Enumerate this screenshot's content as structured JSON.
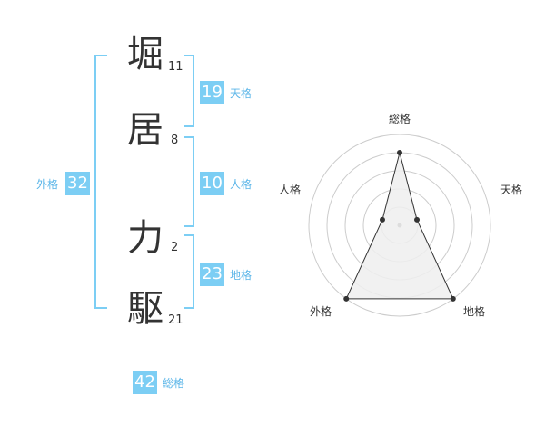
{
  "name_chars": [
    {
      "char": "堀",
      "strokes": "11"
    },
    {
      "char": "居",
      "strokes": "8"
    },
    {
      "char": "力",
      "strokes": "2"
    },
    {
      "char": "駆",
      "strokes": "21"
    }
  ],
  "kaku": {
    "tenkaku": {
      "value": "19",
      "label": "天格"
    },
    "jinkaku": {
      "value": "10",
      "label": "人格"
    },
    "chikaku": {
      "value": "23",
      "label": "地格"
    },
    "gaikaku": {
      "value": "32",
      "label": "外格"
    },
    "soukaku": {
      "value": "42",
      "label": "総格"
    }
  },
  "chart_data": {
    "type": "radar",
    "axes": [
      "総格",
      "天格",
      "地格",
      "外格",
      "人格"
    ],
    "values": [
      4,
      1,
      5,
      5,
      1
    ],
    "max": 5,
    "rings": 5,
    "colors": {
      "fill": "#eeeeee",
      "line": "#333333",
      "grid": "#cccccc",
      "accent": "#7ccef4"
    }
  }
}
